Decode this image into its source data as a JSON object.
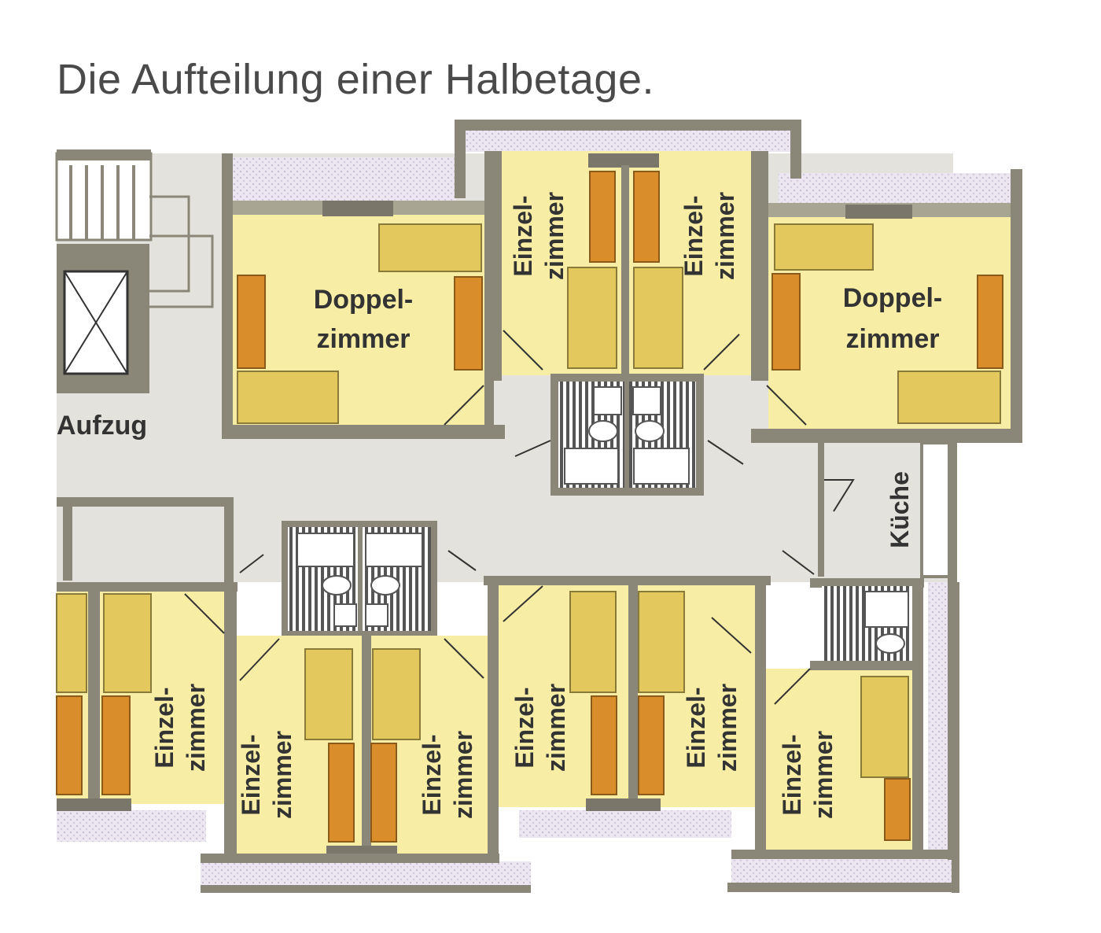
{
  "title": "Die Aufteilung einer Halbetage.",
  "labels": {
    "aufzug": "Aufzug",
    "kueche": "Küche",
    "doppel_line1": "Doppel-",
    "doppel_line2": "zimmer",
    "einzel_line1": "Einzel-",
    "einzel_line2": "zimmer"
  },
  "colors": {
    "wall": "#8a8778",
    "wall_fill": "#a9a593",
    "room": "#f7eda4",
    "furniture_light": "#e3c85e",
    "furniture_dark": "#d98d2b",
    "corridor": "#e4e2dc",
    "window": "#e8e2ee",
    "bath": "#ffffff"
  }
}
